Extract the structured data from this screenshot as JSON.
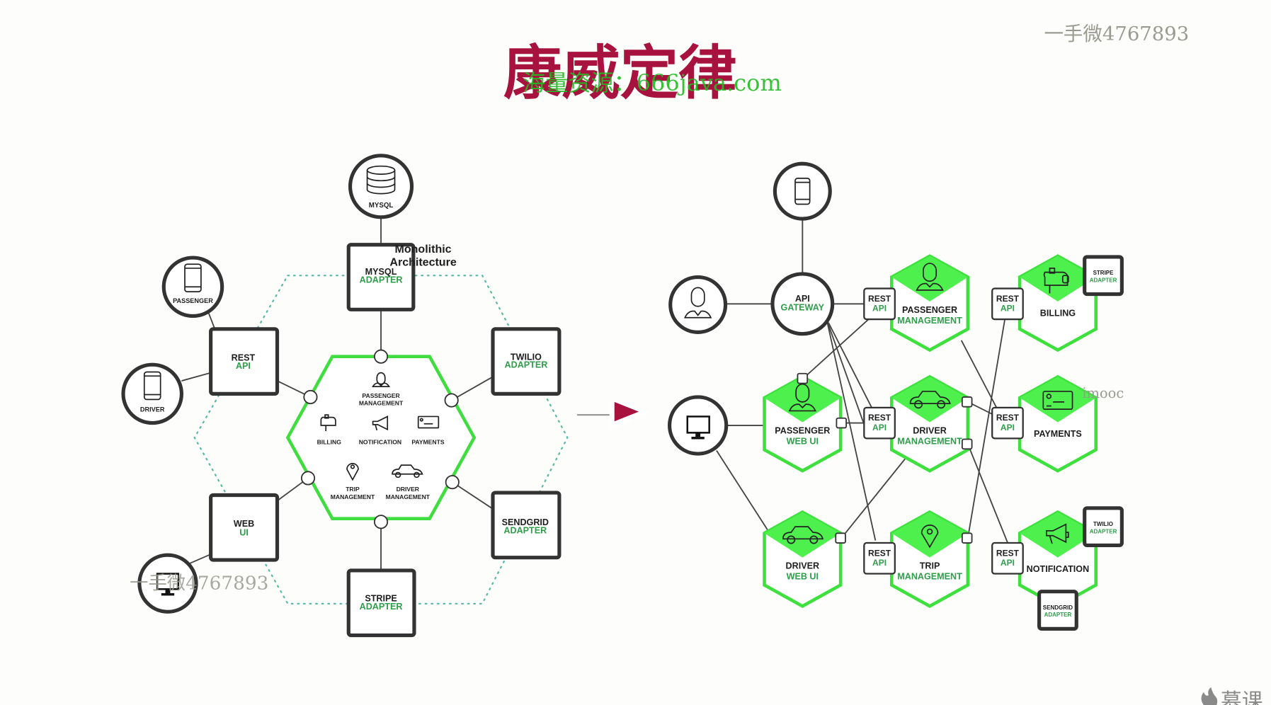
{
  "slide": {
    "title": "康威定律",
    "watermark_overlay": "海量资源：666java.com",
    "watermark_top_right": "一手微4767893",
    "watermark_bottom_left": "一手微4767893",
    "watermark_imooc": "imooc",
    "brand_bottom_right": "慕课",
    "colors": {
      "title": "#a8123e",
      "accent_green": "#4ef04e",
      "label_green": "#2e9e4a",
      "arrow": "#a8123e"
    }
  },
  "monolith": {
    "caption_line1": "Monolithic",
    "caption_line2": "Architecture",
    "external": [
      {
        "id": "mysql",
        "label": "MYSQL",
        "icon": "database-icon"
      },
      {
        "id": "passenger",
        "label": "PASSENGER",
        "icon": "phone-icon"
      },
      {
        "id": "driver",
        "label": "DRIVER",
        "icon": "phone-icon"
      },
      {
        "id": "desktop",
        "label": "",
        "icon": "monitor-icon"
      }
    ],
    "adapters": [
      {
        "id": "mysql-adapter",
        "line1": "MYSQL",
        "line2": "ADAPTER"
      },
      {
        "id": "rest-api",
        "line1": "REST",
        "line2": "API"
      },
      {
        "id": "twilio-adapter",
        "line1": "TWILIO",
        "line2": "ADAPTER"
      },
      {
        "id": "web-ui",
        "line1": "WEB",
        "line2": "UI"
      },
      {
        "id": "sendgrid-adapter",
        "line1": "SENDGRID",
        "line2": "ADAPTER"
      },
      {
        "id": "stripe-adapter",
        "line1": "STRIPE",
        "line2": "ADAPTER"
      }
    ],
    "modules": [
      {
        "id": "passenger-management",
        "line1": "PASSENGER",
        "line2": "MANAGEMENT",
        "icon": "person-icon"
      },
      {
        "id": "billing",
        "line1": "BILLING",
        "line2": "",
        "icon": "mailbox-icon"
      },
      {
        "id": "notification",
        "line1": "NOTIFICATION",
        "line2": "",
        "icon": "megaphone-icon"
      },
      {
        "id": "payments",
        "line1": "PAYMENTS",
        "line2": "",
        "icon": "card-icon"
      },
      {
        "id": "trip-management",
        "line1": "TRIP",
        "line2": "MANAGEMENT",
        "icon": "map-pin-icon"
      },
      {
        "id": "driver-management",
        "line1": "DRIVER",
        "line2": "MANAGEMENT",
        "icon": "car-icon"
      }
    ]
  },
  "microservices": {
    "gateway": {
      "line1": "API",
      "line2": "GATEWAY"
    },
    "rest_api": {
      "line1": "REST",
      "line2": "API"
    },
    "services": [
      {
        "id": "passenger-management",
        "line1": "PASSENGER",
        "line2": "MANAGEMENT",
        "icon": "person-icon"
      },
      {
        "id": "billing",
        "line1": "BILLING",
        "line2": "",
        "icon": "mailbox-icon"
      },
      {
        "id": "passenger-web-ui",
        "line1": "PASSENGER",
        "line2": "WEB UI",
        "icon": "person-icon"
      },
      {
        "id": "driver-management",
        "line1": "DRIVER",
        "line2": "MANAGEMENT",
        "icon": "car-icon"
      },
      {
        "id": "payments",
        "line1": "PAYMENTS",
        "line2": "",
        "icon": "card-icon"
      },
      {
        "id": "driver-web-ui",
        "line1": "DRIVER",
        "line2": "WEB UI",
        "icon": "car-icon"
      },
      {
        "id": "trip-management",
        "line1": "TRIP",
        "line2": "MANAGEMENT",
        "icon": "map-pin-icon"
      },
      {
        "id": "notification",
        "line1": "NOTIFICATION",
        "line2": "",
        "icon": "megaphone-icon"
      }
    ],
    "adapters": [
      {
        "id": "stripe",
        "line1": "STRIPE",
        "line2": "ADAPTER"
      },
      {
        "id": "twilio",
        "line1": "TWILIO",
        "line2": "ADAPTER"
      },
      {
        "id": "sendgrid",
        "line1": "SENDGRID",
        "line2": "ADAPTER"
      }
    ]
  }
}
